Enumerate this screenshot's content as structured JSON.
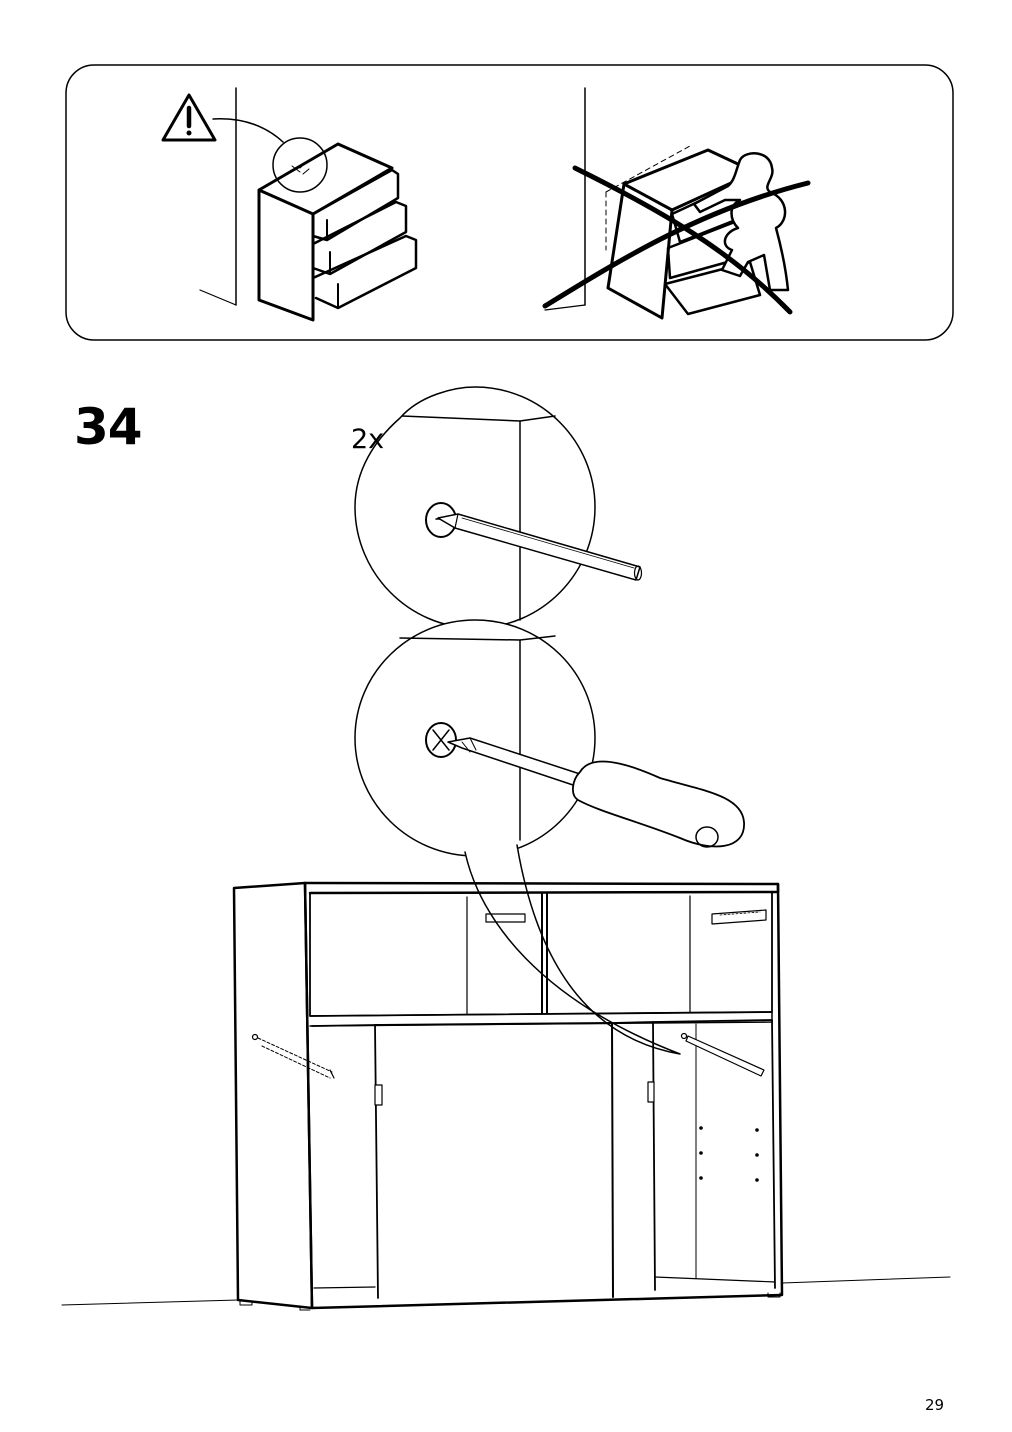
{
  "step": {
    "number": "34",
    "quantity_label": "2x"
  },
  "page": {
    "number": "29"
  },
  "icons": {
    "warning": "warning-triangle-icon",
    "prohibited": "crossed-out-icon",
    "screwdriver": "screwdriver-icon",
    "screw": "screw-icon"
  },
  "colors": {
    "ink": "#000000",
    "paper": "#ffffff"
  }
}
